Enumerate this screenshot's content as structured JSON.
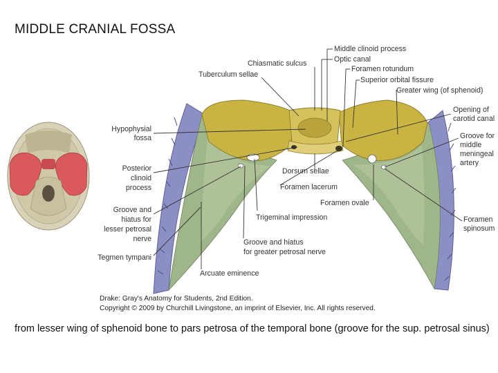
{
  "title": "MIDDLE CRANIAL FOSSA",
  "figure": {
    "labels": {
      "middle_clinoid_process": "Middle clinoid process",
      "chiasmatic_sulcus": "Chiasmatic sulcus",
      "optic_canal": "Optic canal",
      "tuberculum_sellae": "Tuberculum sellae",
      "foramen_rotundum": "Foramen rotundum",
      "superior_orbital_fissure": "Superior orbital fissure",
      "greater_wing": "Greater wing (of sphenoid)",
      "hypophysial_fossa": [
        "Hypophysial",
        "fossa"
      ],
      "opening_carotid_canal": [
        "Opening of",
        "carotid canal"
      ],
      "groove_middle_meningeal": [
        "Groove for",
        "middle",
        "meningeal",
        "artery"
      ],
      "posterior_clinoid": [
        "Posterior",
        "clinoid",
        "process"
      ],
      "dorsum_sellae": "Dorsum sellae",
      "foramen_lacerum": "Foramen lacerum",
      "foramen_ovale": "Foramen ovale",
      "groove_lesser_petrosal": [
        "Groove and",
        "hiatus for",
        "lesser petrosal",
        "nerve"
      ],
      "foramen_spinosum": [
        "Foramen",
        "spinosum"
      ],
      "trigeminal_impression": "Trigeminal impression",
      "groove_greater_petrosal": [
        "Groove and hiatus",
        "for greater petrosal nerve"
      ],
      "tegmen_tympani": "Tegmen tympani",
      "arcuate_eminence": "Arcuate eminence"
    },
    "credit": [
      "Drake: Gray's Anatomy for Students, 2nd Edition.",
      "Copyright © 2009 by Churchill Livingstone, an imprint of Elsevier, Inc. All rights reserved."
    ],
    "colors": {
      "sphenoid": "#c9b443",
      "temporal": "#9fb58a",
      "dura_border": "#8c8fc4",
      "highlight": "#d9595d",
      "skull_base": "#d8d3b8"
    }
  },
  "caption": "from lesser wing of sphenoid bone to pars petrosa of the temporal bone (groove for the sup. petrosal sinus)"
}
